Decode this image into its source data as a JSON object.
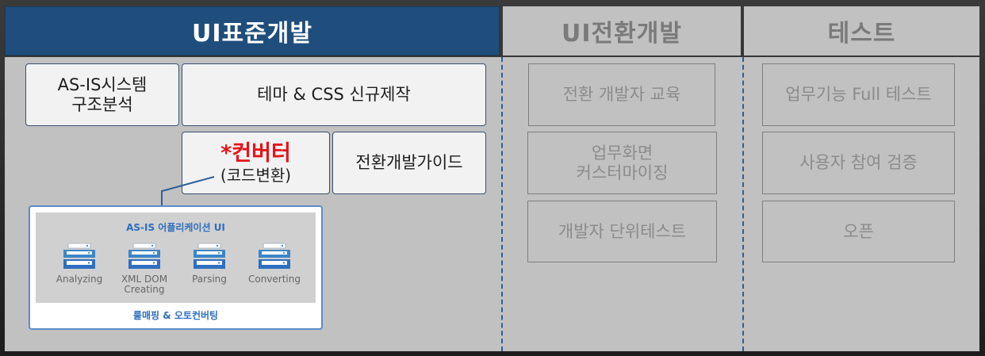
{
  "headers": {
    "standard": "UI표준개발",
    "conversion": "UI전환개발",
    "test": "테스트"
  },
  "standard_dev": {
    "as_is_analysis": [
      "AS-IS시스템",
      "구조분석"
    ],
    "theme_css": "테마 & CSS 신규제작",
    "converter": {
      "title": "*컨버터",
      "subtitle": "(코드변환)"
    },
    "guide": "전환개발가이드"
  },
  "inner_card": {
    "title": "AS-IS  어플리케이션 UI",
    "steps": [
      {
        "label": [
          "Analyzing"
        ]
      },
      {
        "label": [
          "XML DOM",
          "Creating"
        ]
      },
      {
        "label": [
          "Parsing"
        ]
      },
      {
        "label": [
          "Converting"
        ]
      }
    ],
    "footer": "룰매핑 & 오토컨버팅"
  },
  "conversion_dev": {
    "items": [
      [
        "전환 개발자 교육"
      ],
      [
        "업무화면",
        "커스터마이징"
      ],
      [
        "개발자 단위테스트"
      ]
    ]
  },
  "test": {
    "items": [
      "업무기능 Full 테스트",
      "사용자 참여 검증",
      "오픈"
    ]
  },
  "colors": {
    "header_active_bg": "#1f4e7c",
    "header_inactive_text": "#7a7a7a",
    "panel_bg": "#c1c1c1",
    "accent_red": "#e5141a",
    "accent_blue": "#2f6fbf"
  }
}
